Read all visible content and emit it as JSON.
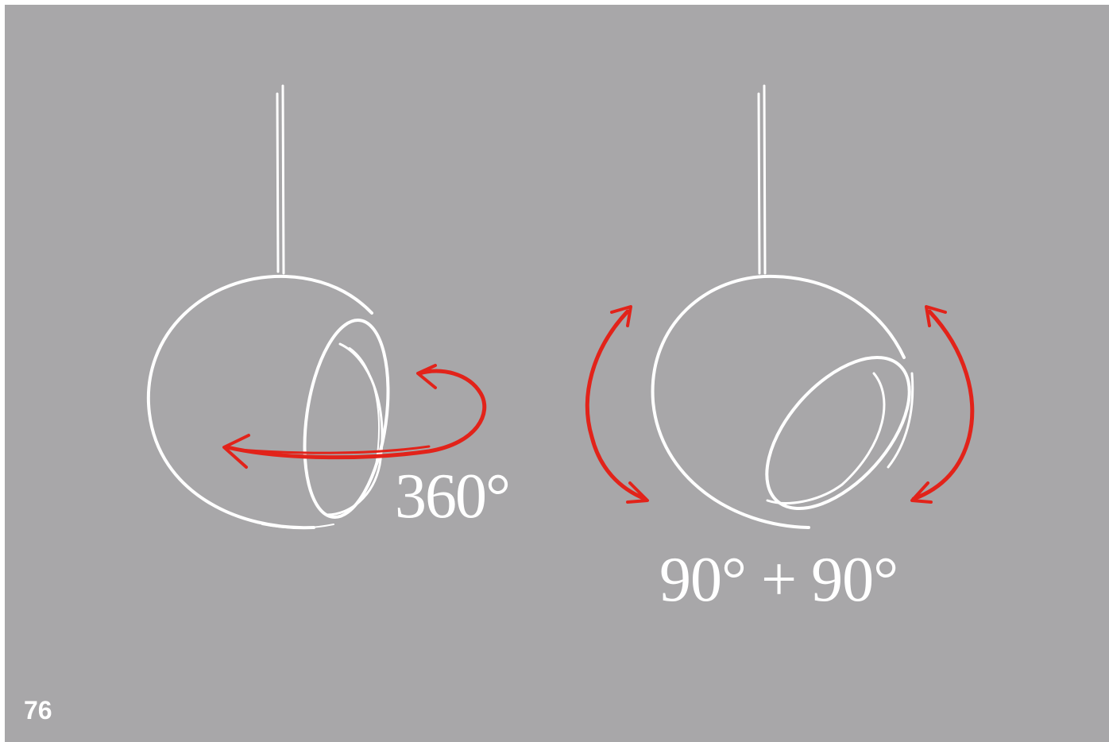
{
  "figure": {
    "left_rotation_label": "360°",
    "right_rotation_label": "90° + 90°",
    "page_number": "76"
  },
  "colors": {
    "background": "#a8a7a9",
    "sketch_line": "#ffffff",
    "arrow": "#e2231a"
  }
}
